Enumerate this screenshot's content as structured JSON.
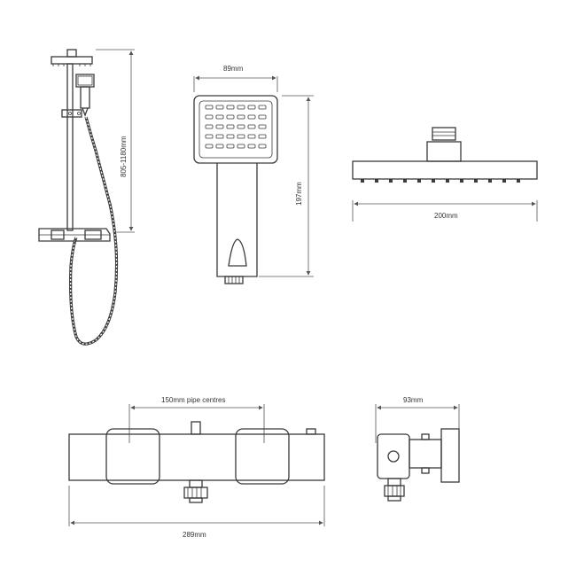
{
  "drawing": {
    "labels": {
      "riser_height": "805-1180mm",
      "handset_width": "89mm",
      "handset_length": "197mm",
      "head_width": "200mm",
      "pipe_centres": "150mm pipe centres",
      "valve_width": "289mm",
      "valve_depth": "93mm"
    }
  }
}
